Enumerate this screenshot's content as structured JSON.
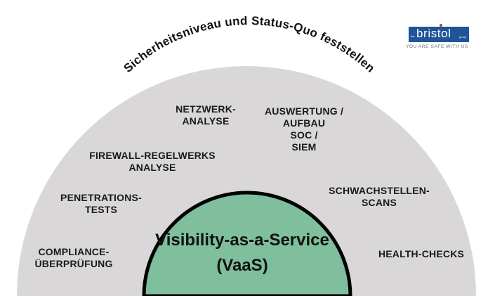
{
  "logo": {
    "prefix": "the",
    "name": "bristol",
    "suffix": "group",
    "tagline": "YOU ARE SAFE WITH US"
  },
  "arc_title": "Sicherheitsniveau und Status-Quo feststellen",
  "center": {
    "line1": "Visibility-as-a-Service",
    "line2": "(VaaS)"
  },
  "segments": [
    {
      "id": "compliance",
      "lines": [
        "COMPLIANCE-",
        "ÜBERPRÜFUNG"
      ]
    },
    {
      "id": "pentest",
      "lines": [
        "PENETRATIONS-",
        "TESTS"
      ]
    },
    {
      "id": "firewall",
      "lines": [
        "FIREWALL-REGELWERKS",
        "ANALYSE"
      ]
    },
    {
      "id": "netzwerk",
      "lines": [
        "NETZWERK-",
        "ANALYSE"
      ]
    },
    {
      "id": "auswertung",
      "lines": [
        "AUSWERTUNG /",
        "AUFBAU",
        "SOC /",
        "SIEM"
      ]
    },
    {
      "id": "schwachstellen",
      "lines": [
        "SCHWACHSTELLEN-",
        "SCANS"
      ]
    },
    {
      "id": "health",
      "lines": [
        "HEALTH-CHECKS"
      ]
    }
  ],
  "colors": {
    "outer_arc": "#d9d7d8",
    "inner_dome": "#7fbf9e",
    "inner_dome_border": "#000000",
    "logo_blue": "#1f5598"
  }
}
